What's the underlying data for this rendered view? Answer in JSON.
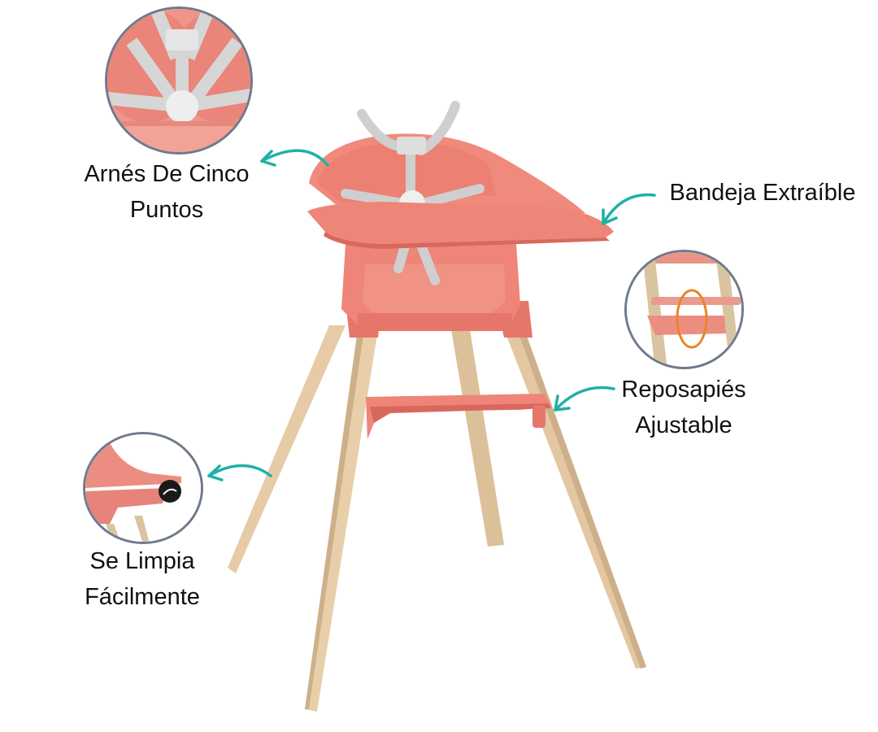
{
  "product": {
    "name": "high-chair",
    "colors": {
      "seat": "#EE8578",
      "seat_shadow": "#D9685C",
      "harness": "#CFCFCF",
      "wood": "#E6CBA6",
      "wood_shadow": "#CDB08A",
      "arrow": "#1FB1A6",
      "circle_border": "#6F7A8C",
      "rotate_arrow": "#E8842A"
    }
  },
  "features": [
    {
      "id": "harness",
      "line1": "Arnés De Cinco",
      "line2": "Puntos",
      "icon": "harness-closeup"
    },
    {
      "id": "tray",
      "line1": "Bandeja Extraíble",
      "line2": "",
      "icon": null
    },
    {
      "id": "footrest",
      "line1": "Reposapiés",
      "line2": "Ajustable",
      "icon": "footrest-closeup"
    },
    {
      "id": "clean",
      "line1": "Se Limpia",
      "line2": "Fácilmente",
      "icon": "wipe-clean-closeup"
    }
  ]
}
